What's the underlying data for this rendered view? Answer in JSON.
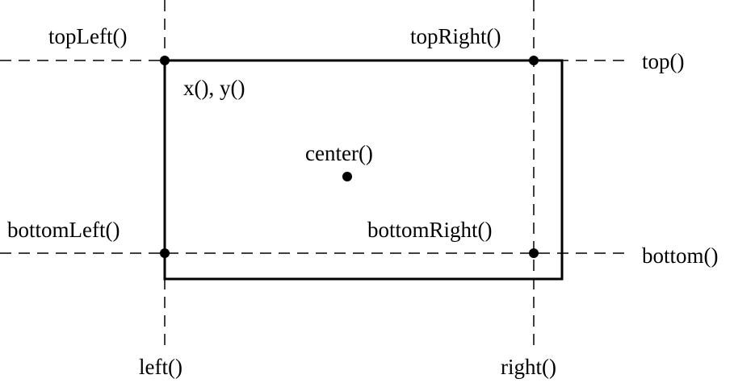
{
  "labels": {
    "top_left": "topLeft()",
    "top_right": "topRight()",
    "top": "top()",
    "x_y": "x(), y()",
    "center": "center()",
    "bottom_left": "bottomLeft()",
    "bottom_right": "bottomRight()",
    "bottom": "bottom()",
    "left": "left()",
    "right": "right()"
  },
  "colors": {
    "ink": "#000000",
    "background": "#ffffff"
  }
}
